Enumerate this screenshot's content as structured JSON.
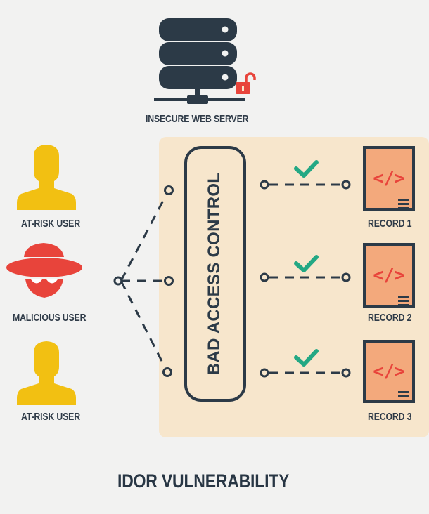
{
  "server": {
    "label": "INSECURE WEB SERVER",
    "icon": "server-icon"
  },
  "users": [
    {
      "label": "AT-RISK USER",
      "icon": "user-icon",
      "color": "#f2c012"
    },
    {
      "label": "MALICIOUS USER",
      "icon": "hacker-icon",
      "color": "#e8443b"
    },
    {
      "label": "AT-RISK USER",
      "icon": "user-icon",
      "color": "#f2c012"
    }
  ],
  "access_control": {
    "label": "BAD ACCESS CONTROL"
  },
  "records": [
    {
      "label": "RECORD 1",
      "icon": "code-file-icon"
    },
    {
      "label": "RECORD 2",
      "icon": "code-file-icon"
    },
    {
      "label": "RECORD 3",
      "icon": "code-file-icon"
    }
  ],
  "title": "IDOR VULNERABILITY",
  "colors": {
    "panel": "#f7e6cc",
    "dark": "#2c3a47",
    "check": "#23a884",
    "record": "#f3a97c",
    "code": "#e8443b",
    "lock": "#e8443b"
  }
}
